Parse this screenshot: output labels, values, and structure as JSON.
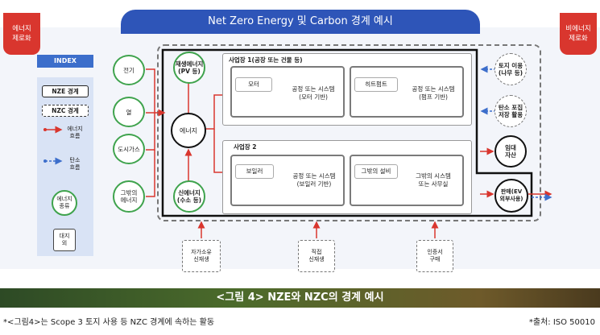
{
  "header": {
    "title": "Net Zero Energy 및 Carbon 경계 예시"
  },
  "side_tags": {
    "left": [
      "에너지",
      "제로화"
    ],
    "right": [
      "비에너지",
      "제로화"
    ]
  },
  "legend": {
    "index": "INDEX",
    "nze": "NZE 경계",
    "nzc": "NZC 경계",
    "energy_flow": [
      "에너지",
      "흐름"
    ],
    "carbon_flow": [
      "탄소",
      "흐름"
    ],
    "energy_type": [
      "에너지",
      "종류"
    ],
    "land": [
      "대지",
      "외"
    ]
  },
  "sources": {
    "electricity": "전기",
    "heat": "열",
    "city_gas": "도시가스",
    "other_energy": [
      "그밖의",
      "에너지"
    ]
  },
  "energy_nodes": {
    "renewable": [
      "재생에너지",
      "(PV 등)"
    ],
    "hub": "에너지",
    "new_energy": [
      "신에너지",
      "(수소 등)"
    ]
  },
  "site1": {
    "title": "사업장 1(공장 또는 건물 등)",
    "card_a": {
      "name": "모터",
      "desc": [
        "공정 또는 시스템",
        "(모터 기반)"
      ]
    },
    "card_b": {
      "name": "히트펌트",
      "desc": [
        "공정 또는 시스템",
        "(펌프 기반)"
      ]
    }
  },
  "site2": {
    "title": "사업장 2",
    "card_a": {
      "name": "보일러",
      "desc": [
        "공정 또는 시스템",
        "(보일러 기반)"
      ]
    },
    "card_b": {
      "name": "그밖의 설비",
      "desc": [
        "그밖의 시스템",
        "또는 사무실"
      ]
    }
  },
  "right_nodes": {
    "land_use": [
      "토지 이용",
      "(나무 등)"
    ],
    "carbon_capture": [
      "탄소 포집",
      "저장 활용"
    ],
    "lease": [
      "임대",
      "자산"
    ],
    "sale": [
      "판매(EV",
      "외부사용)"
    ]
  },
  "bottom_nodes": {
    "self_owned": [
      "자가소유",
      "신재생"
    ],
    "direct": [
      "직접",
      "신재생"
    ],
    "certificate": [
      "인증서",
      "구매"
    ]
  },
  "caption": "<그림 4> NZE와 NZC의 경계 예시",
  "footnote_left": "*<그림4>는 Scope 3 토지 사용 등 NZC 경계에 속하는 활동",
  "footnote_right": "*출처: ISO 50010",
  "colors": {
    "header_blue": "#2e55b8",
    "tag_red": "#d9362e",
    "energy_arrow": "#d9362e",
    "carbon_arrow": "#3c6ecb",
    "source_green": "#3fa34d"
  }
}
